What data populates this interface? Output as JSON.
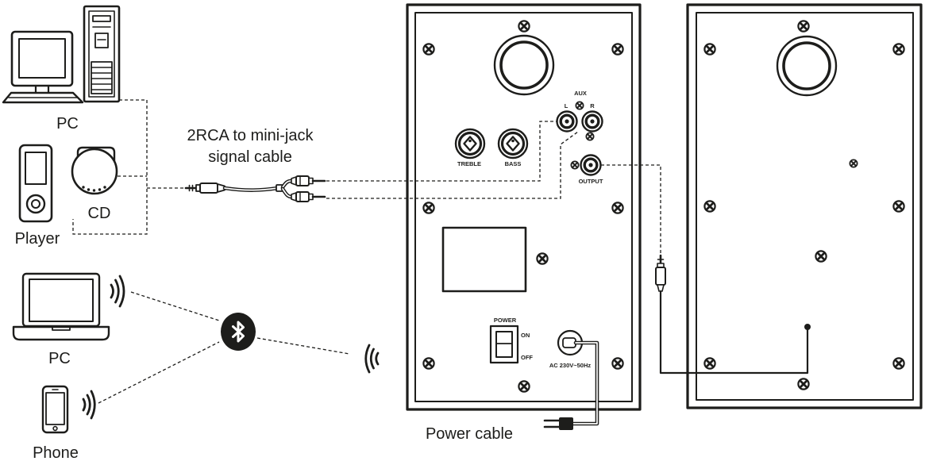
{
  "colors": {
    "ink": "#1d1d1b",
    "background": "#ffffff"
  },
  "wired_sources": {
    "desktop_label": "PC",
    "player_label": "Player",
    "cd_label": "CD"
  },
  "signal_cable": {
    "line1": "2RCA to mini-jack",
    "line2": "signal cable"
  },
  "wireless_sources": {
    "laptop_label": "PC",
    "phone_label": "Phone"
  },
  "active_speaker": {
    "aux": {
      "title": "AUX",
      "left": "L",
      "right": "R"
    },
    "treble": "TREBLE",
    "bass": "BASS",
    "output": "OUTPUT",
    "power": {
      "title": "POWER",
      "on": "ON",
      "off": "OFF"
    },
    "ac_input": "AC 230V~50Hz"
  },
  "power_cable_label": "Power cable",
  "icons": [
    "desktop-pc-icon",
    "music-player-icon",
    "cd-player-icon",
    "laptop-icon",
    "smartphone-icon",
    "bluetooth-icon",
    "wireless-waves-icon",
    "mini-jack-plug-icon",
    "rca-plug-icon",
    "power-plug-icon",
    "screw-icon",
    "knob-icon",
    "rca-jack-icon"
  ]
}
